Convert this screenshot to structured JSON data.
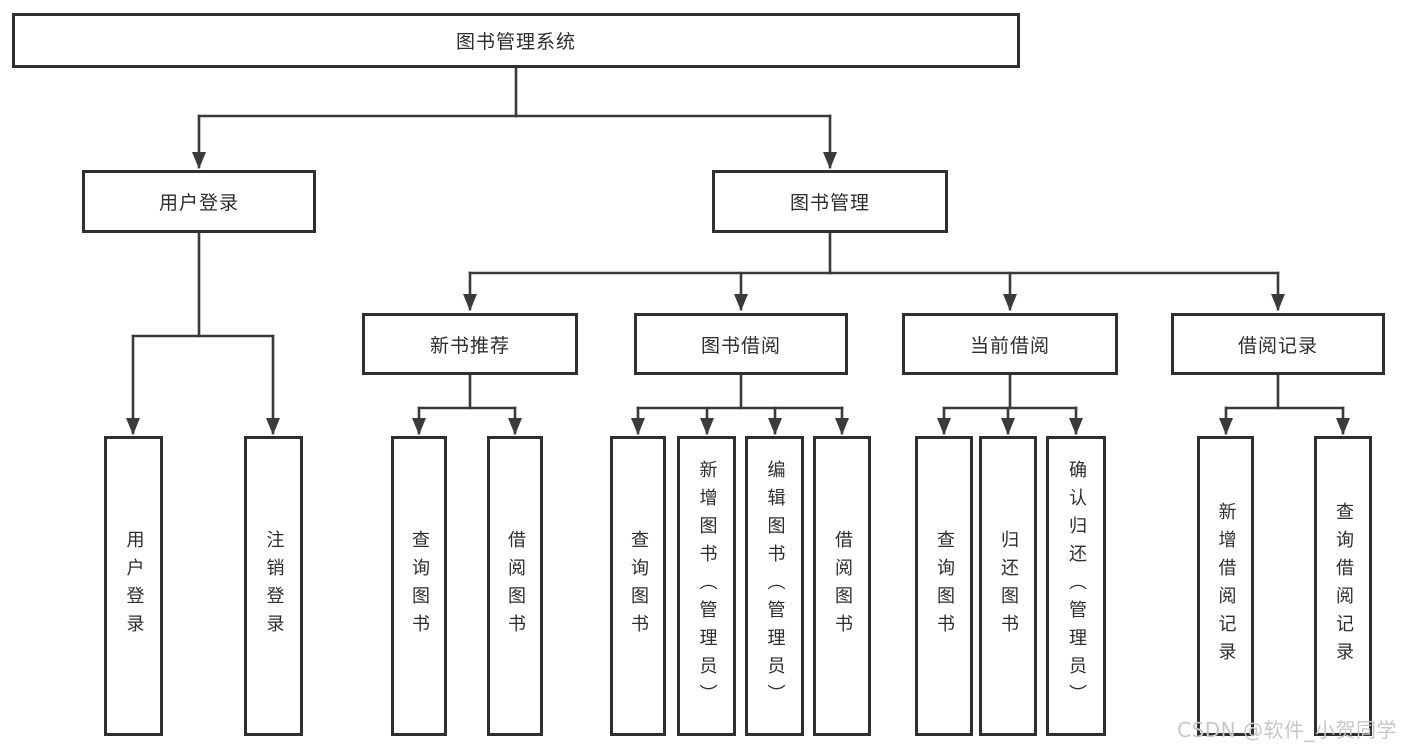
{
  "nodes": {
    "root": {
      "label": "图书管理系统"
    },
    "user_login": {
      "label": "用户登录"
    },
    "book_management": {
      "label": "图书管理"
    },
    "new_book_recommend": {
      "label": "新书推荐"
    },
    "book_borrow": {
      "label": "图书借阅"
    },
    "current_borrow": {
      "label": "当前借阅"
    },
    "borrow_record": {
      "label": "借阅记录"
    },
    "leaf_user_login": {
      "label": "用户登录"
    },
    "leaf_logout": {
      "label": "注销登录"
    },
    "leaf_query_book_a": {
      "label": "查询图书"
    },
    "leaf_borrow_book_a": {
      "label": "借阅图书"
    },
    "leaf_query_book_b": {
      "label": "查询图书"
    },
    "leaf_add_book": {
      "label": "新增图书（管理员）"
    },
    "leaf_edit_book": {
      "label": "编辑图书（管理员）"
    },
    "leaf_borrow_book_b": {
      "label": "借阅图书"
    },
    "leaf_query_book_c": {
      "label": "查询图书"
    },
    "leaf_return_book": {
      "label": "归还图书"
    },
    "leaf_confirm_return": {
      "label": "确认归还（管理员）"
    },
    "leaf_add_record": {
      "label": "新增借阅记录"
    },
    "leaf_query_record": {
      "label": "查询借阅记录"
    }
  },
  "hierarchy": {
    "图书管理系统": [
      "用户登录",
      "图书管理"
    ],
    "用户登录": [
      "用户登录",
      "注销登录"
    ],
    "图书管理": [
      "新书推荐",
      "图书借阅",
      "当前借阅",
      "借阅记录"
    ],
    "新书推荐": [
      "查询图书",
      "借阅图书"
    ],
    "图书借阅": [
      "查询图书",
      "新增图书（管理员）",
      "编辑图书（管理员）",
      "借阅图书"
    ],
    "当前借阅": [
      "查询图书",
      "归还图书",
      "确认归还（管理员）"
    ],
    "借阅记录": [
      "新增借阅记录",
      "查询借阅记录"
    ]
  },
  "watermark": {
    "text": "CSDN @软件_小贺同学"
  },
  "colors": {
    "border": "#2f2f2f",
    "line": "#3a3a3a",
    "text": "#2d2d2d",
    "background": "#ffffff",
    "watermark": "#c7c7c7"
  }
}
